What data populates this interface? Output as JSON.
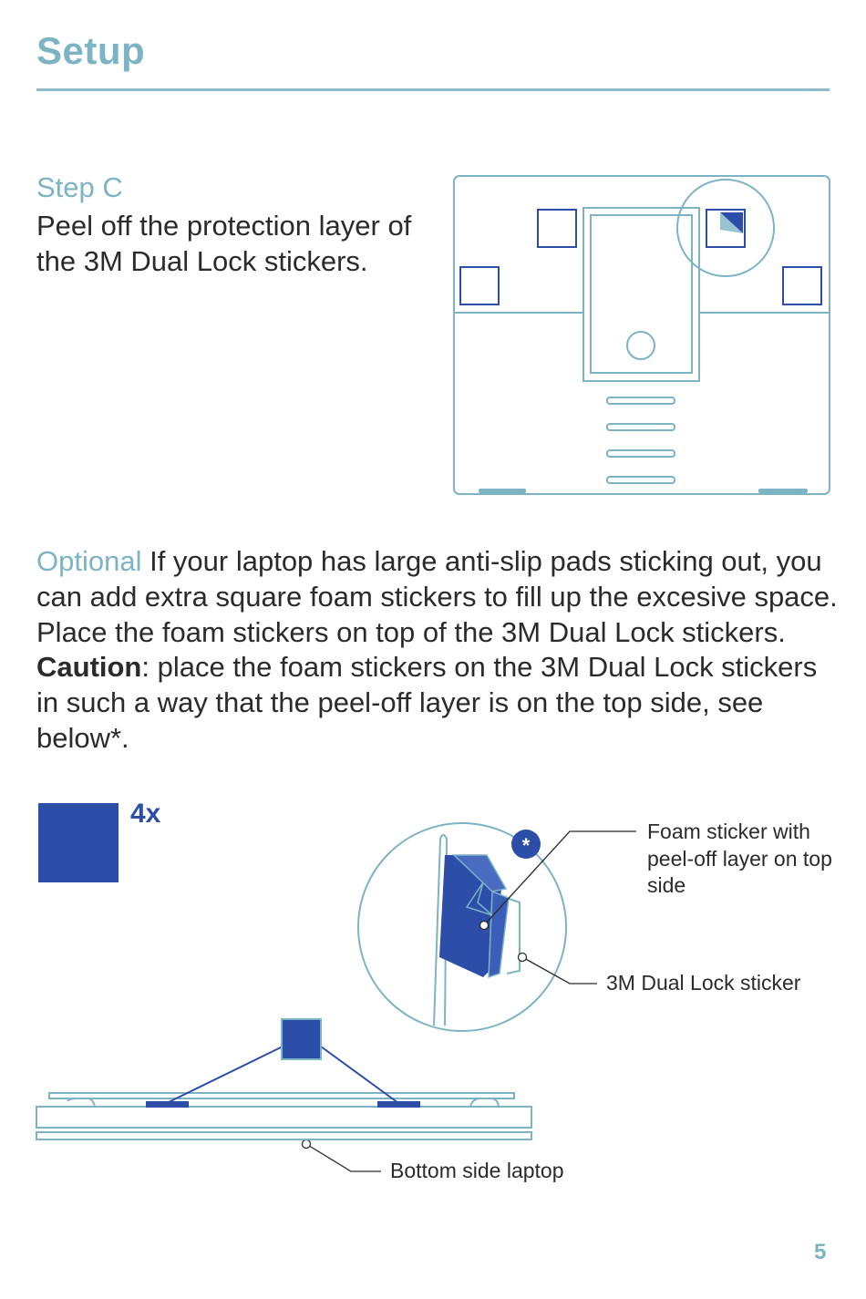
{
  "header": {
    "title": "Setup"
  },
  "step": {
    "label": "Step C",
    "text": "Peel off the protection layer of the 3M Dual Lock stickers."
  },
  "optional": {
    "label": "Optional",
    "text_1": " If your laptop has large anti-slip pads sticking out, you can add extra square foam stickers to fill up the excesive space. Place the foam stickers on top of the 3M Dual Lock stickers. ",
    "caution_label": "Caution",
    "text_2": ": place the foam stickers on the 3M Dual Lock stickers in such a way that the peel-off layer is on the top side, see below*."
  },
  "diagram": {
    "quantity": "4x",
    "callout_foam": "Foam sticker with peel-off layer on top side",
    "callout_dual_lock": "3M Dual Lock sticker",
    "callout_bottom": "Bottom side laptop",
    "asterisk_badge": "*",
    "line_color": "#7db4c4",
    "foam_color": "#2d4ea8"
  },
  "footer": {
    "page_number": "5"
  }
}
